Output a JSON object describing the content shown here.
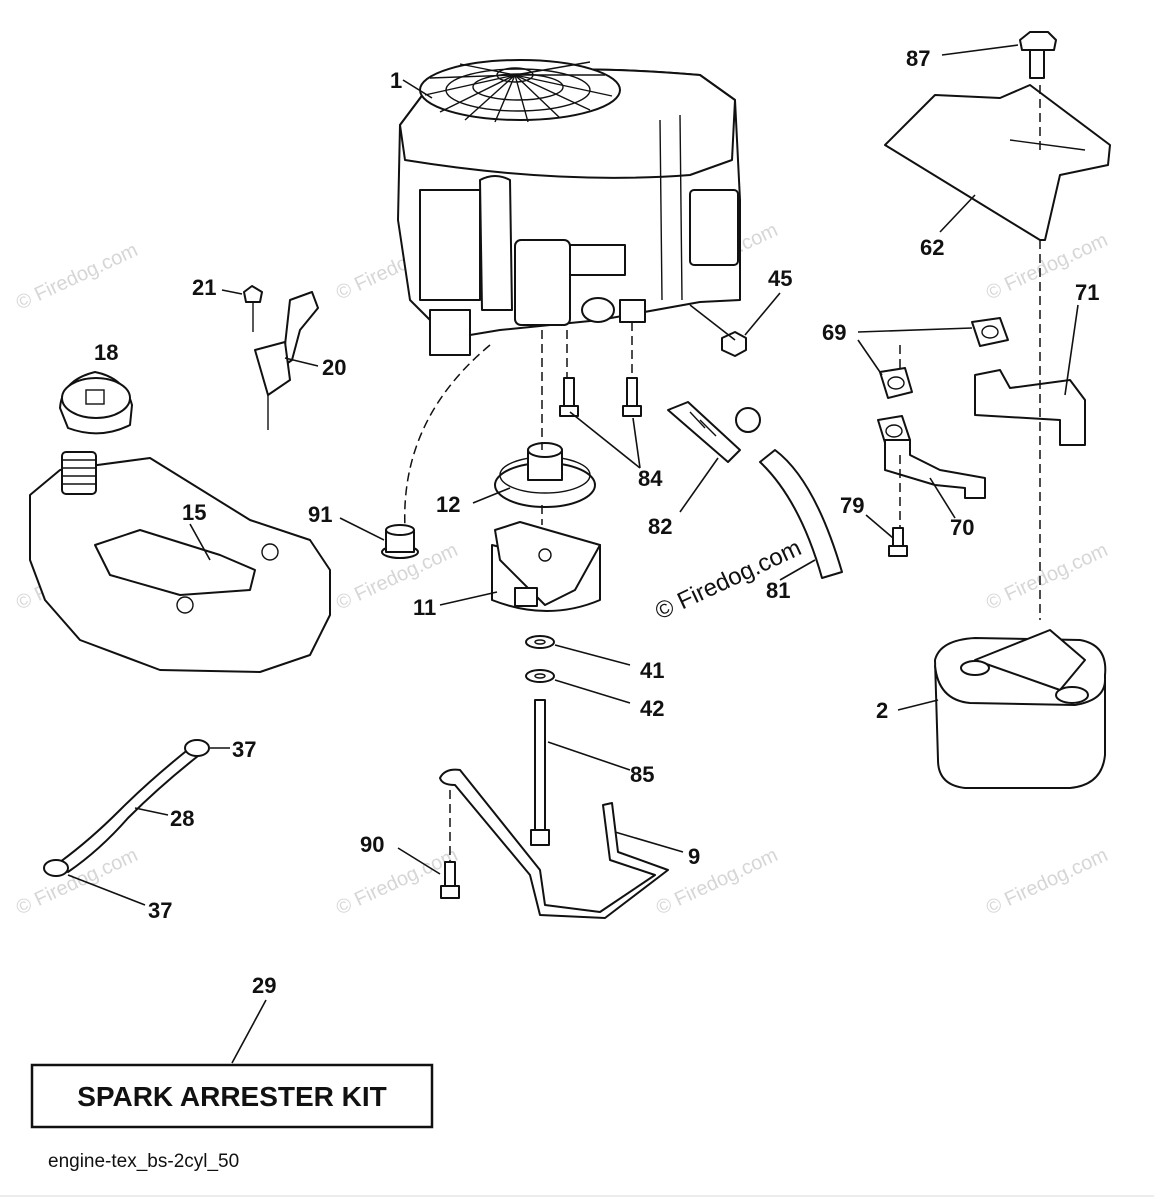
{
  "callouts": [
    {
      "label": "1"
    },
    {
      "label": "87"
    },
    {
      "label": "62"
    },
    {
      "label": "45"
    },
    {
      "label": "71"
    },
    {
      "label": "69"
    },
    {
      "label": "21"
    },
    {
      "label": "20"
    },
    {
      "label": "18"
    },
    {
      "label": "15"
    },
    {
      "label": "12"
    },
    {
      "label": "84"
    },
    {
      "label": "82"
    },
    {
      "label": "91"
    },
    {
      "label": "11"
    },
    {
      "label": "81"
    },
    {
      "label": "79"
    },
    {
      "label": "70"
    },
    {
      "label": "41"
    },
    {
      "label": "42"
    },
    {
      "label": "2"
    },
    {
      "label": "85"
    },
    {
      "label": "37"
    },
    {
      "label": "28"
    },
    {
      "label": "90"
    },
    {
      "label": "9"
    },
    {
      "label": "37"
    },
    {
      "label": "29"
    }
  ],
  "watermark": {
    "text": "© Firedog.com",
    "prominent_text": "© Firedog.com"
  },
  "kit_box": {
    "label": "SPARK ARRESTER KIT"
  },
  "caption": "engine-tex_bs-2cyl_50"
}
